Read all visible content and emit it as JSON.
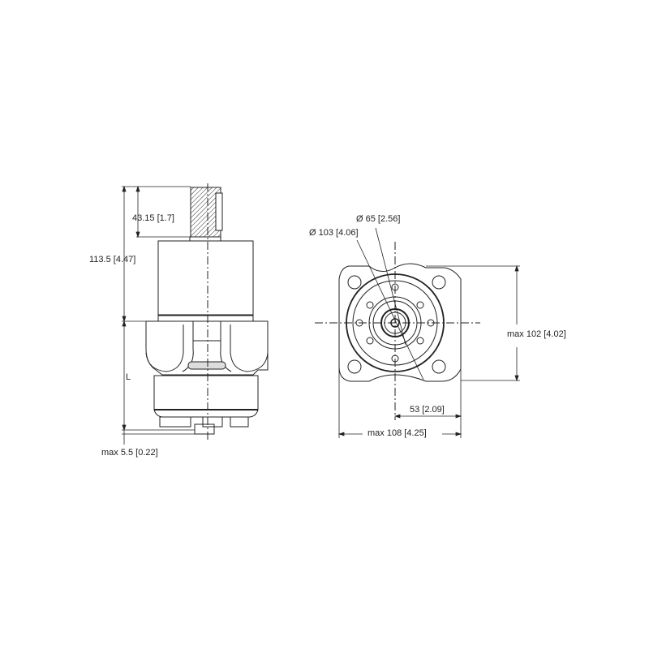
{
  "side_view": {
    "dim_shaft": "43.15 [1.7]",
    "dim_total": "113.5 [4.47]",
    "dim_length": "L",
    "dim_bottom": "max 5.5 [0.22]"
  },
  "front_view": {
    "dim_d65": "Ø 65 [2.56]",
    "dim_d103": "Ø 103 [4.06]",
    "dim_height": "max 102 [4.02]",
    "dim_half_width": "53 [2.09]",
    "dim_width": "max 108 [4.25]"
  },
  "colors": {
    "line": "#222222",
    "background": "#ffffff"
  }
}
